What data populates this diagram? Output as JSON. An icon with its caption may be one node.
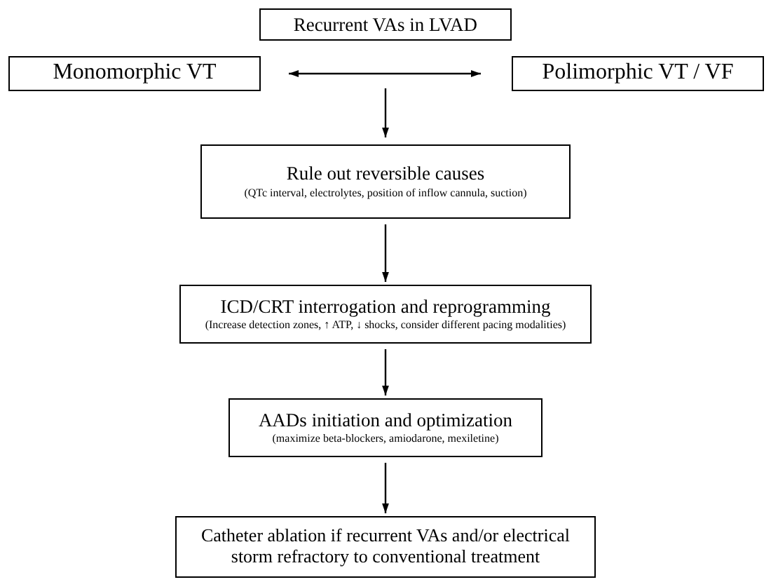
{
  "diagram": {
    "nodes": [
      {
        "text": [
          "Recurrent VAs in LVAD"
        ]
      },
      {
        "text": [
          "Monomorphic VT"
        ]
      },
      {
        "text": [
          "Polimorphic VT / VF"
        ]
      },
      {
        "text": [
          "Rule out reversible causes",
          "(QTc interval, electrolytes, position of inflow cannula, suction)"
        ]
      },
      {
        "text": [
          "ICD/CRT interrogation and reprogramming",
          "(Increase detection zones, ↑ ATP, ↓ shocks, consider different pacing modalities)"
        ]
      },
      {
        "text": [
          "AADs initiation and optimization",
          "(maximize beta-blockers, amiodarone, mexiletine)"
        ]
      },
      {
        "text": [
          "Catheter ablation if recurrent VAs and/or electrical storm refractory to conventional treatment"
        ]
      }
    ],
    "edges": [
      {
        "from": 1,
        "to": 2,
        "arrow": "both"
      },
      {
        "from": null,
        "to": 3,
        "arrow": "to"
      },
      {
        "from": 3,
        "to": 4,
        "arrow": "to"
      },
      {
        "from": 4,
        "to": 5,
        "arrow": "to"
      },
      {
        "from": 5,
        "to": 6,
        "arrow": "to"
      }
    ]
  }
}
